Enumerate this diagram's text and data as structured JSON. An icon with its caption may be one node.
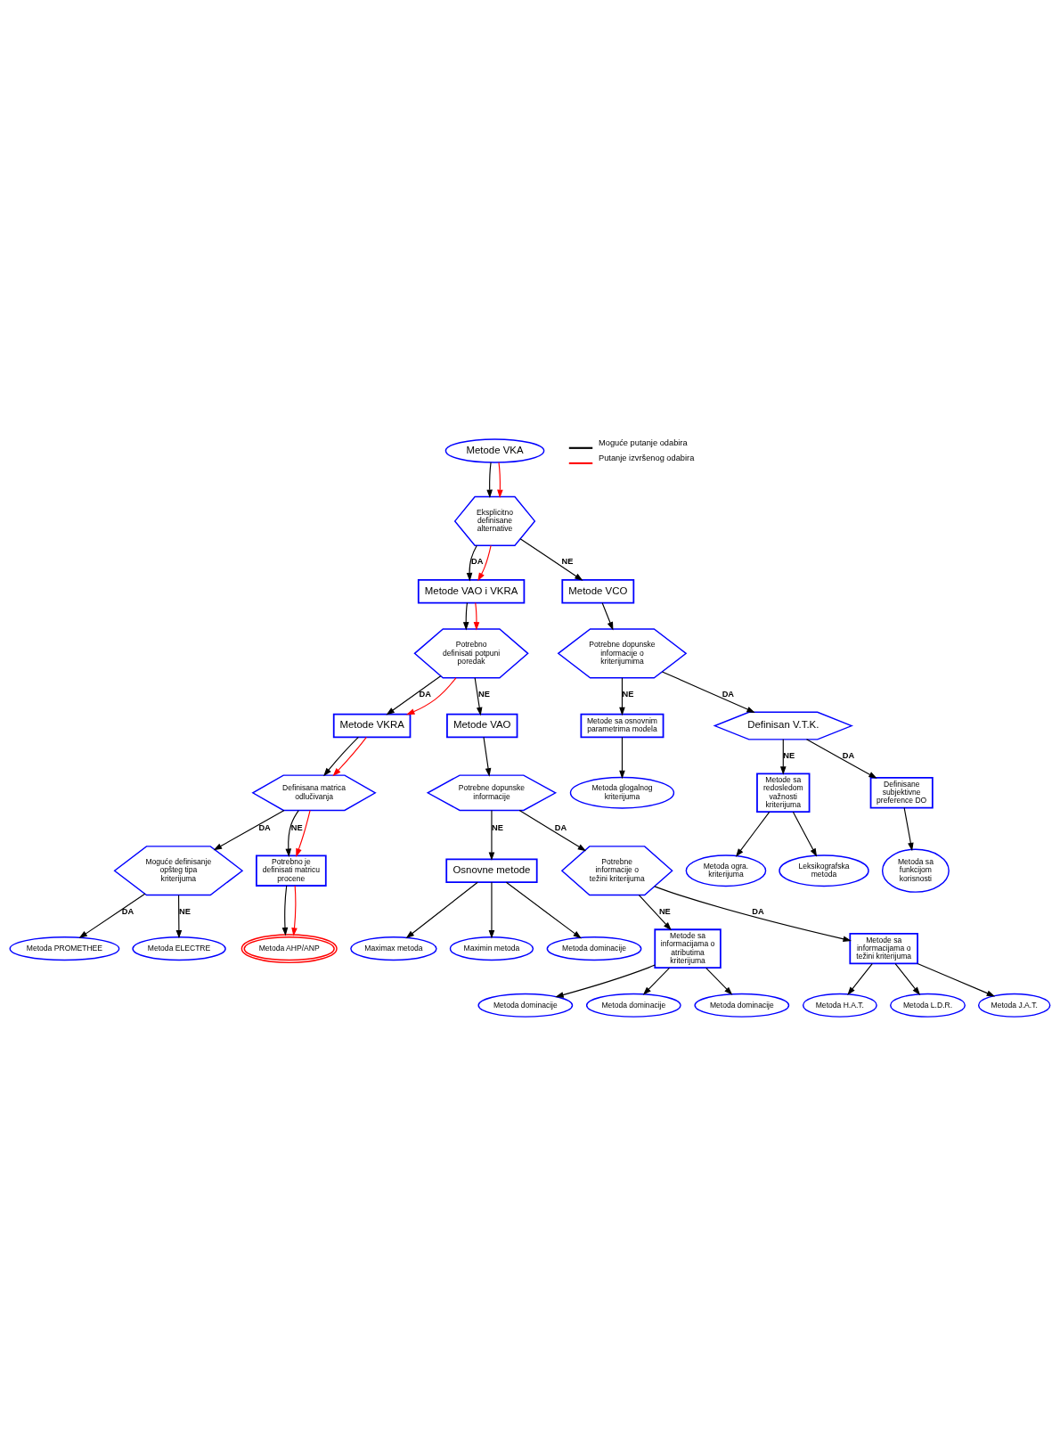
{
  "diagram": {
    "nodes": [
      {
        "text": [
          "Metode VKA"
        ]
      },
      {
        "text": [
          "Eksplicitno definisane alternative"
        ]
      },
      {
        "text": [
          "Metode VAO i VKRA"
        ]
      },
      {
        "text": [
          "Potrebno definisati potpuni poredak"
        ]
      },
      {
        "text": [
          "Metode VKRA"
        ]
      },
      {
        "text": [
          "Definisana matrica odlučivanja"
        ]
      },
      {
        "text": [
          "Moguće definisanje opšteg tipa kriterijuma"
        ]
      },
      {
        "text": [
          "Metoda PROMETHEE"
        ]
      },
      {
        "text": [
          "Metoda ELECTRE"
        ]
      },
      {
        "text": [
          "Potrebno je definisati matricu procene"
        ]
      },
      {
        "text": [
          "Metoda AHP/ANP"
        ]
      },
      {
        "text": [
          "Metode VCO"
        ]
      },
      {
        "text": [
          "Potrebne dopunske informacije o kriterijumima"
        ]
      },
      {
        "text": [
          "Metode sa osnovnim parametrima modela"
        ]
      },
      {
        "text": [
          "Metoda glogalnog kriterijuma"
        ]
      },
      {
        "text": [
          "Definisan V.T.K."
        ]
      },
      {
        "text": [
          "Metode sa redosledom važnosti kriterijuma"
        ]
      },
      {
        "text": [
          "Metoda ogra. kriterijuma"
        ]
      },
      {
        "text": [
          "Leksikografska metoda"
        ]
      },
      {
        "text": [
          "Definisane subjektivne preference DO"
        ]
      },
      {
        "text": [
          "Metoda sa funkcijom korisnosti"
        ]
      },
      {
        "text": [
          "Metode VAO"
        ]
      },
      {
        "text": [
          "Potrebne dopunske informacije"
        ]
      },
      {
        "text": [
          "Osnovne metode"
        ]
      },
      {
        "text": [
          "Maximax metoda"
        ]
      },
      {
        "text": [
          "Maximin metoda"
        ]
      },
      {
        "text": [
          "Metoda dominacije"
        ]
      },
      {
        "text": [
          "Potrebne informacije o težini kriterijuma"
        ]
      },
      {
        "text": [
          "Metode sa informacijama o atributima kriterijuma"
        ]
      },
      {
        "text": [
          "Metoda dominacije"
        ]
      },
      {
        "text": [
          "Metoda dominacije"
        ]
      },
      {
        "text": [
          "Metoda dominacije"
        ]
      },
      {
        "text": [
          "Metode sa informacijama o težini kriterijuma"
        ]
      },
      {
        "text": [
          "Metoda H.A.T."
        ]
      },
      {
        "text": [
          "Metoda L.D.R."
        ]
      },
      {
        "text": [
          "Metoda J.A.T."
        ]
      }
    ],
    "edges": [
      {
        "from": 0,
        "to": 1,
        "arrow": "to"
      },
      {
        "from": 0,
        "to": 1,
        "arrow": "to",
        "color": "#ff0000"
      },
      {
        "from": 1,
        "to": 2,
        "arrow": "to",
        "label": "DA"
      },
      {
        "from": 1,
        "to": 2,
        "arrow": "to",
        "color": "#ff0000"
      },
      {
        "from": 1,
        "to": 11,
        "arrow": "to",
        "label": "NE"
      },
      {
        "from": 11,
        "to": 12,
        "arrow": "to"
      },
      {
        "from": 12,
        "to": 13,
        "arrow": "to",
        "label": "NE"
      },
      {
        "from": 13,
        "to": 14,
        "arrow": "to"
      },
      {
        "from": 12,
        "to": 15,
        "arrow": "to",
        "label": "DA"
      },
      {
        "from": 15,
        "to": 16,
        "arrow": "to",
        "label": "NE"
      },
      {
        "from": 16,
        "to": 17,
        "arrow": "to"
      },
      {
        "from": 16,
        "to": 18,
        "arrow": "to"
      },
      {
        "from": 15,
        "to": 19,
        "arrow": "to",
        "label": "DA"
      },
      {
        "from": 19,
        "to": 20,
        "arrow": "to"
      },
      {
        "from": 2,
        "to": 3,
        "arrow": "to"
      },
      {
        "from": 2,
        "to": 3,
        "arrow": "to",
        "color": "#ff0000"
      },
      {
        "from": 3,
        "to": 4,
        "arrow": "to",
        "label": "DA"
      },
      {
        "from": 3,
        "to": 4,
        "arrow": "to",
        "color": "#ff0000"
      },
      {
        "from": 3,
        "to": 21,
        "arrow": "to",
        "label": "NE"
      },
      {
        "from": 4,
        "to": 5,
        "arrow": "to"
      },
      {
        "from": 4,
        "to": 5,
        "arrow": "to",
        "color": "#ff0000"
      },
      {
        "from": 5,
        "to": 9,
        "arrow": "to",
        "label": "NE"
      },
      {
        "from": 5,
        "to": 9,
        "arrow": "to",
        "color": "#ff0000"
      },
      {
        "from": 9,
        "to": 10,
        "arrow": "to"
      },
      {
        "from": 9,
        "to": 10,
        "arrow": "to",
        "color": "#ff0000"
      },
      {
        "from": 5,
        "to": 6,
        "arrow": "to",
        "label": "DA"
      },
      {
        "from": 6,
        "to": 8,
        "arrow": "to",
        "label": "NE"
      },
      {
        "from": 6,
        "to": 7,
        "arrow": "to",
        "label": "DA"
      },
      {
        "from": 21,
        "to": 22,
        "arrow": "to"
      },
      {
        "from": 22,
        "to": 23,
        "arrow": "to",
        "label": "NE"
      },
      {
        "from": 23,
        "to": 24,
        "arrow": "to"
      },
      {
        "from": 23,
        "to": 25,
        "arrow": "to"
      },
      {
        "from": 23,
        "to": 26,
        "arrow": "to"
      },
      {
        "from": 22,
        "to": 27,
        "arrow": "to",
        "label": "DA"
      },
      {
        "from": 27,
        "to": 28,
        "arrow": "to",
        "label": "NE"
      },
      {
        "from": 28,
        "to": 29,
        "arrow": "to"
      },
      {
        "from": 28,
        "to": 30,
        "arrow": "to"
      },
      {
        "from": 28,
        "to": 31,
        "arrow": "to"
      },
      {
        "from": 27,
        "to": 32,
        "arrow": "to",
        "label": "DA"
      },
      {
        "from": 32,
        "to": 33,
        "arrow": "to"
      },
      {
        "from": 32,
        "to": 34,
        "arrow": "to"
      },
      {
        "from": 32,
        "to": 35,
        "arrow": "to"
      }
    ],
    "legend": [
      {
        "text": "Moguće putanje odabira"
      },
      {
        "text": "Putanje izvršenog odabira"
      }
    ]
  }
}
